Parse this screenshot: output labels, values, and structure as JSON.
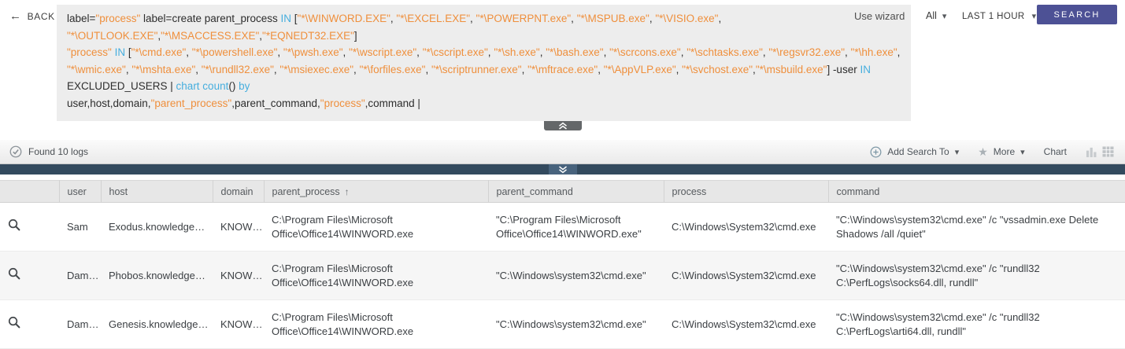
{
  "colors": {
    "search_button": "#4d5195",
    "syntax_string": "#ef8f3c",
    "syntax_keyword": "#46aede",
    "dark_bar": "#334a5e"
  },
  "topbar": {
    "back_label": "BACK",
    "use_wizard_label": "Use wizard",
    "scope_selector": "All",
    "time_range": "LAST 1 HOUR",
    "search_button_label": "SEARCH"
  },
  "query": {
    "segments": [
      {
        "t": "label=",
        "c": "p"
      },
      {
        "t": "\"process\"",
        "c": "s"
      },
      {
        "t": " label=create parent_process ",
        "c": "p"
      },
      {
        "t": "IN",
        "c": "k"
      },
      {
        "t": " [",
        "c": "p"
      },
      {
        "t": "\"*\\WINWORD.EXE\"",
        "c": "s"
      },
      {
        "t": ", ",
        "c": "p"
      },
      {
        "t": "\"*\\EXCEL.EXE\"",
        "c": "s"
      },
      {
        "t": ", ",
        "c": "p"
      },
      {
        "t": "\"*\\POWERPNT.exe\"",
        "c": "s"
      },
      {
        "t": ", ",
        "c": "p"
      },
      {
        "t": "\"*\\MSPUB.exe\"",
        "c": "s"
      },
      {
        "t": ", ",
        "c": "p"
      },
      {
        "t": "\"*\\VISIO.exe\"",
        "c": "s"
      },
      {
        "t": ", ",
        "c": "p"
      },
      {
        "t": "\"*\\OUTLOOK.EXE\"",
        "c": "s"
      },
      {
        "t": ",",
        "c": "p"
      },
      {
        "t": "\"*\\MSACCESS.EXE\"",
        "c": "s"
      },
      {
        "t": ",",
        "c": "p"
      },
      {
        "t": "\"*EQNEDT32.EXE\"",
        "c": "s"
      },
      {
        "t": "]\n",
        "c": "p"
      },
      {
        "t": "\"process\"",
        "c": "s"
      },
      {
        "t": " ",
        "c": "p"
      },
      {
        "t": "IN",
        "c": "k"
      },
      {
        "t": " [",
        "c": "p"
      },
      {
        "t": "\"*\\cmd.exe\"",
        "c": "s"
      },
      {
        "t": ", ",
        "c": "p"
      },
      {
        "t": "\"*\\powershell.exe\"",
        "c": "s"
      },
      {
        "t": ", ",
        "c": "p"
      },
      {
        "t": "\"*\\pwsh.exe\"",
        "c": "s"
      },
      {
        "t": ", ",
        "c": "p"
      },
      {
        "t": "\"*\\wscript.exe\"",
        "c": "s"
      },
      {
        "t": ", ",
        "c": "p"
      },
      {
        "t": "\"*\\cscript.exe\"",
        "c": "s"
      },
      {
        "t": ", ",
        "c": "p"
      },
      {
        "t": "\"*\\sh.exe\"",
        "c": "s"
      },
      {
        "t": ", ",
        "c": "p"
      },
      {
        "t": "\"*\\bash.exe\"",
        "c": "s"
      },
      {
        "t": ", ",
        "c": "p"
      },
      {
        "t": "\"*\\scrcons.exe\"",
        "c": "s"
      },
      {
        "t": ", ",
        "c": "p"
      },
      {
        "t": "\"*\\schtasks.exe\"",
        "c": "s"
      },
      {
        "t": ", ",
        "c": "p"
      },
      {
        "t": "\"*\\regsvr32.exe\"",
        "c": "s"
      },
      {
        "t": ", ",
        "c": "p"
      },
      {
        "t": "\"*\\hh.exe\"",
        "c": "s"
      },
      {
        "t": ", ",
        "c": "p"
      },
      {
        "t": "\"*\\wmic.exe\"",
        "c": "s"
      },
      {
        "t": ", ",
        "c": "p"
      },
      {
        "t": "\"*\\mshta.exe\"",
        "c": "s"
      },
      {
        "t": ", ",
        "c": "p"
      },
      {
        "t": "\"*\\rundll32.exe\"",
        "c": "s"
      },
      {
        "t": ", ",
        "c": "p"
      },
      {
        "t": "\"*\\msiexec.exe\"",
        "c": "s"
      },
      {
        "t": ", ",
        "c": "p"
      },
      {
        "t": "\"*\\forfiles.exe\"",
        "c": "s"
      },
      {
        "t": ", ",
        "c": "p"
      },
      {
        "t": "\"*\\scriptrunner.exe\"",
        "c": "s"
      },
      {
        "t": ", ",
        "c": "p"
      },
      {
        "t": "\"*\\mftrace.exe\"",
        "c": "s"
      },
      {
        "t": ", ",
        "c": "p"
      },
      {
        "t": "\"*\\AppVLP.exe\"",
        "c": "s"
      },
      {
        "t": ", ",
        "c": "p"
      },
      {
        "t": "\"*\\svchost.exe\"",
        "c": "s"
      },
      {
        "t": ",",
        "c": "p"
      },
      {
        "t": "\"*\\msbuild.exe\"",
        "c": "s"
      },
      {
        "t": "] -user ",
        "c": "p"
      },
      {
        "t": "IN",
        "c": "k"
      },
      {
        "t": " EXCLUDED_USERS | ",
        "c": "p"
      },
      {
        "t": "chart count",
        "c": "k"
      },
      {
        "t": "() ",
        "c": "p"
      },
      {
        "t": "by",
        "c": "k"
      },
      {
        "t": "\nuser,host,domain,",
        "c": "p"
      },
      {
        "t": "\"parent_process\"",
        "c": "s"
      },
      {
        "t": ",parent_command,",
        "c": "p"
      },
      {
        "t": "\"process\"",
        "c": "s"
      },
      {
        "t": ",command |",
        "c": "p"
      }
    ]
  },
  "statusbar": {
    "found_text": "Found 10 logs",
    "add_search_to_label": "Add Search To",
    "more_label": "More",
    "chart_label": "Chart"
  },
  "table": {
    "columns": [
      {
        "key": "search",
        "label": ""
      },
      {
        "key": "user",
        "label": "user"
      },
      {
        "key": "host",
        "label": "host"
      },
      {
        "key": "domain",
        "label": "domain"
      },
      {
        "key": "parent_process",
        "label": "parent_process",
        "sorted": "asc"
      },
      {
        "key": "parent_command",
        "label": "parent_command"
      },
      {
        "key": "process",
        "label": "process"
      },
      {
        "key": "command",
        "label": "command"
      }
    ],
    "rows": [
      {
        "user": "Sam",
        "host": "Exodus.knowledge…",
        "domain": "KNOW…",
        "parent_process": "C:\\Program Files\\Microsoft Office\\Office14\\WINWORD.exe",
        "parent_command": "\"C:\\Program Files\\Microsoft Office\\Office14\\WINWORD.exe\"",
        "process": "C:\\Windows\\System32\\cmd.exe",
        "command": "\"C:\\Windows\\system32\\cmd.exe\" /c \"vssadmin.exe Delete Shadows /all /quiet\""
      },
      {
        "user": "Dam…",
        "host": "Phobos.knowledge…",
        "domain": "KNOW…",
        "parent_process": "C:\\Program Files\\Microsoft Office\\Office14\\WINWORD.exe",
        "parent_command": "\"C:\\Windows\\system32\\cmd.exe\"",
        "process": "C:\\Windows\\System32\\cmd.exe",
        "command": "\"C:\\Windows\\system32\\cmd.exe\" /c \"rundll32 C:\\PerfLogs\\socks64.dll, rundll\""
      },
      {
        "user": "Dam…",
        "host": "Genesis.knowledge…",
        "domain": "KNOW…",
        "parent_process": "C:\\Program Files\\Microsoft Office\\Office14\\WINWORD.exe",
        "parent_command": "\"C:\\Windows\\system32\\cmd.exe\"",
        "process": "C:\\Windows\\System32\\cmd.exe",
        "command": "\"C:\\Windows\\system32\\cmd.exe\" /c \"rundll32 C:\\PerfLogs\\arti64.dll, rundll\""
      }
    ]
  }
}
